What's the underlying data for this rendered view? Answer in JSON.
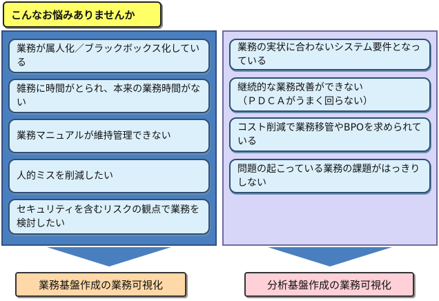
{
  "header": {
    "title": "こんなお悩みありませんか"
  },
  "left_panel": {
    "items": [
      "業務が属人化／ブラックボックス化している",
      "雑務に時間がとられ、本来の業務時間がない",
      "業務マニュアルが維持管理できない",
      "人的ミスを削減したい",
      "セキュリティを含むリスクの観点で業務を検討したい"
    ]
  },
  "right_panel": {
    "items": [
      "業務の実状に合わないシステム要件となっている",
      "継続的な業務改善ができない\n（ＰＤＣＡがうまく回らない）",
      "コスト削減で業務移管やBPOを求められている",
      "問題の起こっている業務の課題がはっきりしない"
    ]
  },
  "results": {
    "left": "業務基盤作成の業務可視化",
    "right": "分析基盤作成の業務可視化"
  },
  "colors": {
    "title_bg": "#ffff66",
    "left_panel_bg": "#4a7fbf",
    "right_panel_bg": "#d8d6f8",
    "item_bg": "#dcf0fb",
    "left_result_bg": "#ffd8a8",
    "right_result_bg": "#ffd0d8"
  }
}
